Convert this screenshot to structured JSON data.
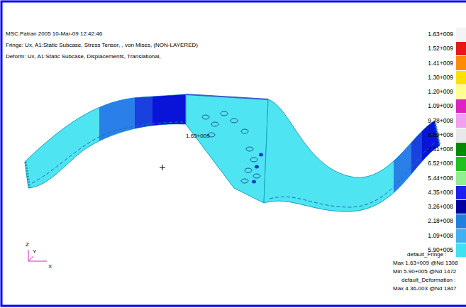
{
  "diagram": {
    "labels": [
      "MSC.Patran 2005 10-Mar-09 12:42:46",
      "Fringe: Ux, A1:Static Subcase, Stress Tensor, , von Mises, (NON-LAYERED)",
      "Deform: Ux, A1:Static Subcase, Displacements, Translational,",
      "1.63+009",
      "Z",
      "Y",
      "X",
      "default_Fringe :",
      "Max 1.63+009 @Nd 1308",
      "Min 5.90+005 @Nd 1472",
      "default_Deformation :",
      "Max 4.36-003 @Nd 1847"
    ],
    "legend": [
      {
        "text": "1.63+009",
        "color": "#f4f4f4"
      },
      {
        "text": "1.52+009",
        "color": "#e81818"
      },
      {
        "text": "1.41+009",
        "color": "#ff8c00"
      },
      {
        "text": "1.30+009",
        "color": "#ffe000"
      },
      {
        "text": "1.20+009",
        "color": "#ffff90"
      },
      {
        "text": "1.09+009",
        "color": "#e020c0"
      },
      {
        "text": "9.78+008",
        "color": "#f0a0f0"
      },
      {
        "text": "8.69+008",
        "color": "#e8e8e8"
      },
      {
        "text": "7.61+008",
        "color": "#008a00"
      },
      {
        "text": "6.52+008",
        "color": "#20c020"
      },
      {
        "text": "5.44+008",
        "color": "#90ee90"
      },
      {
        "text": "4.35+008",
        "color": "#1e1ef0"
      },
      {
        "text": "3.26+008",
        "color": "#0000a0"
      },
      {
        "text": "2.18+008",
        "color": "#2080e0"
      },
      {
        "text": "1.09+008",
        "color": "#40b0f0"
      },
      {
        "text": "5.90+005",
        "color": "#40e0f0"
      }
    ]
  }
}
